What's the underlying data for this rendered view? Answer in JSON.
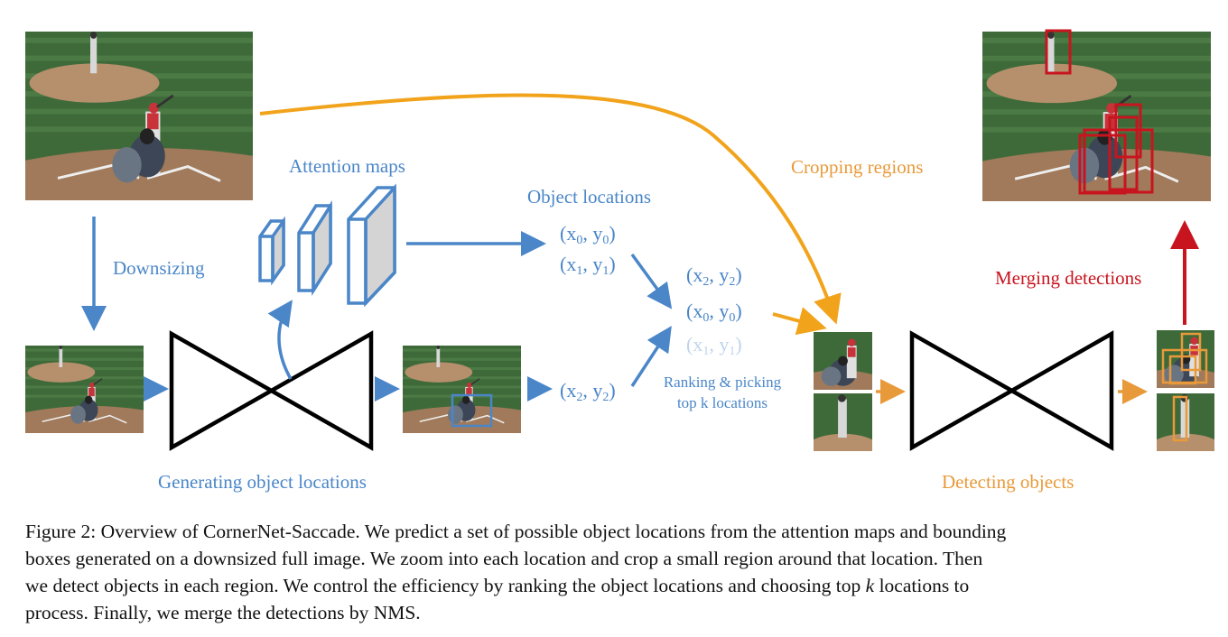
{
  "labels": {
    "attention_maps": "Attention maps",
    "downsizing": "Downsizing",
    "object_locations": "Object locations",
    "cropping_regions": "Cropping regions",
    "merging_detections": "Merging detections",
    "generating_object_locations": "Generating object locations",
    "detecting_objects": "Detecting objects",
    "ranking_line1": "Ranking & picking",
    "ranking_line2": "top k locations"
  },
  "coordinates": {
    "list1": [
      {
        "x": "x",
        "xs": "0",
        "sep": ", ",
        "y": "y",
        "ys": "0"
      },
      {
        "x": "x",
        "xs": "1",
        "sep": ", ",
        "y": "y",
        "ys": "1"
      }
    ],
    "list2": [
      {
        "x": "x",
        "xs": "2",
        "sep": ", ",
        "y": "y",
        "ys": "2"
      }
    ],
    "ranked": [
      {
        "x": "x",
        "xs": "2",
        "sep": ", ",
        "y": "y",
        "ys": "2"
      },
      {
        "x": "x",
        "xs": "0",
        "sep": ", ",
        "y": "y",
        "ys": "0"
      },
      {
        "x": "x",
        "xs": "1",
        "sep": ", ",
        "y": "y",
        "ys": "1"
      }
    ],
    "open": "(",
    "close": ")"
  },
  "caption": {
    "line1": "Figure 2: Overview of CornerNet-Saccade. We predict a set of possible object locations from the attention maps and bounding",
    "line2": "boxes generated on a downsized full image. We zoom into each location and crop a small region around that location. Then",
    "line3_a": "we detect objects in each region. We control the efficiency by ranking the object locations and choosing top ",
    "line3_k": "k",
    "line3_b": " locations to",
    "line4": "process. Finally, we merge the detections by NMS."
  },
  "colors": {
    "blue": "#4a86c8",
    "orange": "#f2a31c",
    "red": "#c8141e",
    "field": "#3f6b3a",
    "dirt": "#b08a68"
  }
}
